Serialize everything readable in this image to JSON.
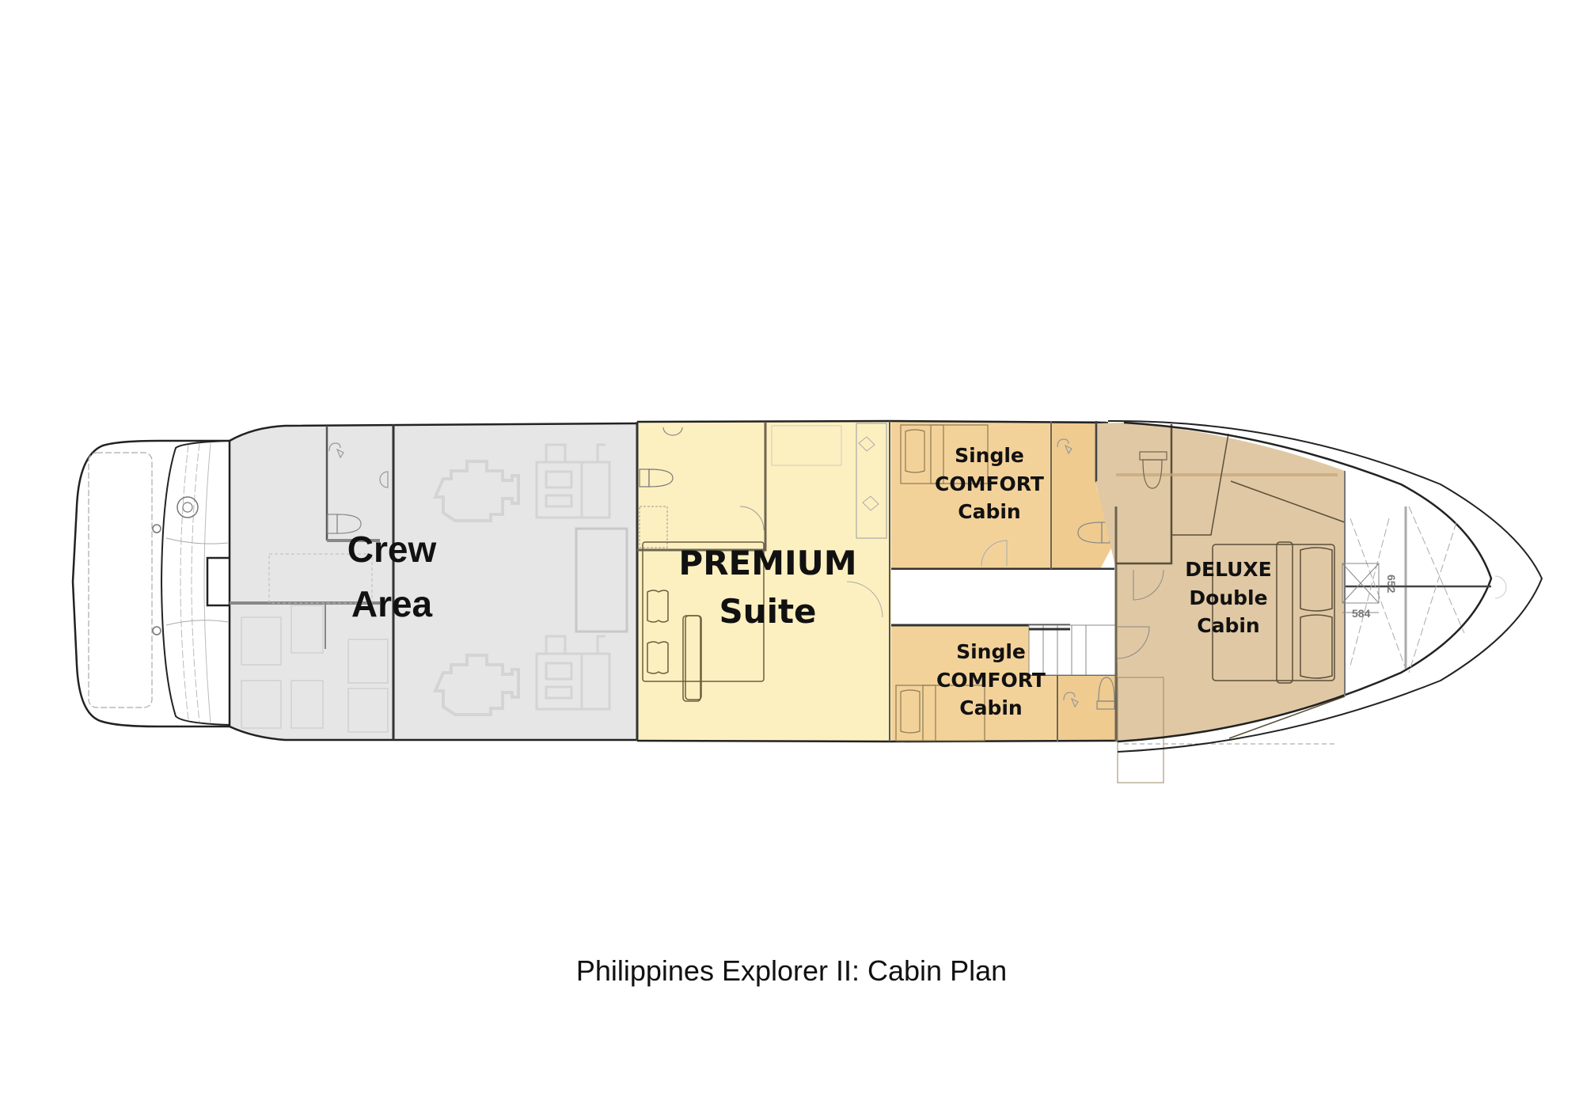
{
  "title": "Philippines Explorer II: Cabin Plan",
  "colors": {
    "crew": "#E6E6E6",
    "premium": "#FDF0C0",
    "comfort": "#F3D29A",
    "deluxe": "#E0C8A4",
    "hull_line": "#222222",
    "fixture_line": "#9a9a9a"
  },
  "areas": {
    "crew": {
      "line1": "Crew",
      "line2": "Area"
    },
    "premium": {
      "line1": "PREMIUM",
      "line2": "Suite"
    },
    "comfort_top": {
      "line1": "Single",
      "line2": "COMFORT",
      "line3": "Cabin"
    },
    "comfort_bottom": {
      "line1": "Single",
      "line2": "COMFORT",
      "line3": "Cabin"
    },
    "deluxe": {
      "line1": "DELUXE",
      "line2": "Double",
      "line3": "Cabin"
    }
  },
  "dimensions": {
    "hatch_width": "584",
    "hatch_height": "652"
  },
  "icons": [
    "engine-icon",
    "generator-icon",
    "toilet-icon",
    "shower-icon",
    "sink-icon",
    "bed-icon",
    "pillow-icon",
    "staircase-icon",
    "hatch-icon"
  ]
}
